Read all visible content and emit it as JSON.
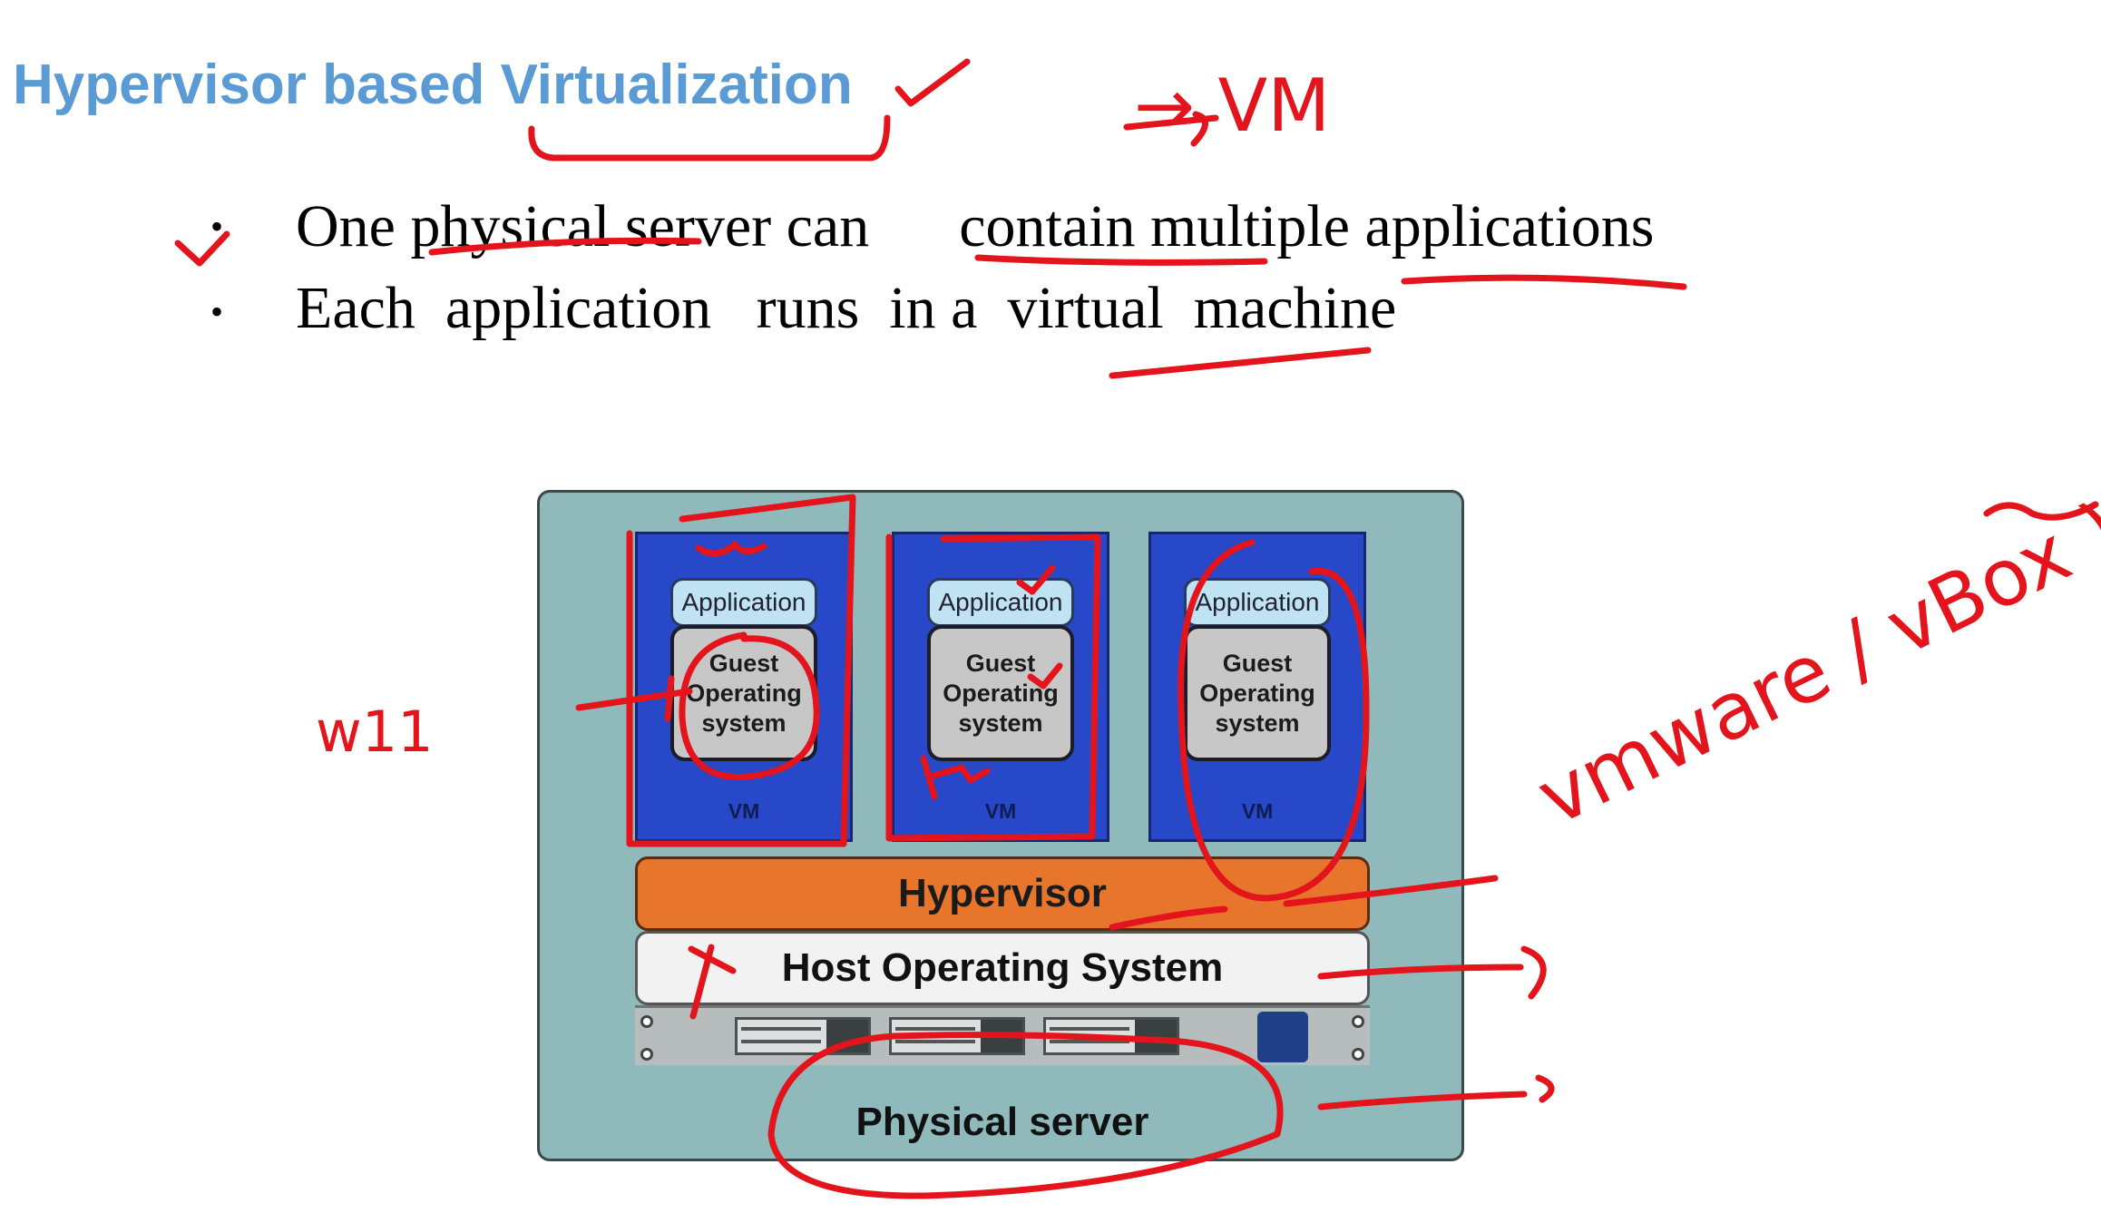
{
  "title": "Hypervisor based Virtualization",
  "bullets": [
    {
      "marker": "•",
      "text": "One physical server can      contain multiple applications"
    },
    {
      "marker": "•",
      "text": "Each  application   runs  in a  virtual  machine"
    }
  ],
  "diagram": {
    "vms": [
      {
        "application": "Application",
        "guest_os": "Guest Operating system",
        "label": "VM"
      },
      {
        "application": "Application",
        "guest_os": "Guest Operating system",
        "label": "VM"
      },
      {
        "application": "Application",
        "guest_os": "Guest Operating system",
        "label": "VM"
      }
    ],
    "hypervisor": "Hypervisor",
    "host_os": "Host Operating System",
    "physical_server": "Physical server"
  },
  "annotations": {
    "vm_note": "→ VM",
    "w11_note": "w11",
    "vmware_note": "vmware / vBox )"
  },
  "colors": {
    "title": "#5b9bd5",
    "ink": "#e3141c",
    "vm": "#2748c8",
    "hypervisor": "#e8752c",
    "server": "#8fb9bb"
  }
}
